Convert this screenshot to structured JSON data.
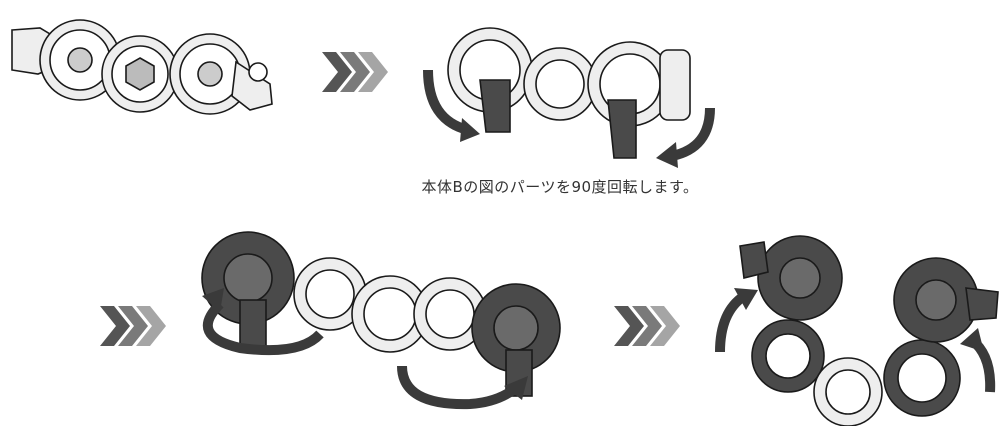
{
  "instruction": {
    "caption": "本体Bの図のパーツを90度回転します。"
  },
  "colors": {
    "ink": "#1a1a1a",
    "dark_part": "#4a4a4a",
    "light_part": "#eeeeee",
    "arrow": "#3a3a3a",
    "chevron": "#9a9a9a"
  },
  "steps": [
    {
      "name": "step-1-assembled-chain"
    },
    {
      "name": "step-2-rotate-parts"
    },
    {
      "name": "step-3-rotate-ends"
    },
    {
      "name": "step-4-folded-form"
    }
  ]
}
